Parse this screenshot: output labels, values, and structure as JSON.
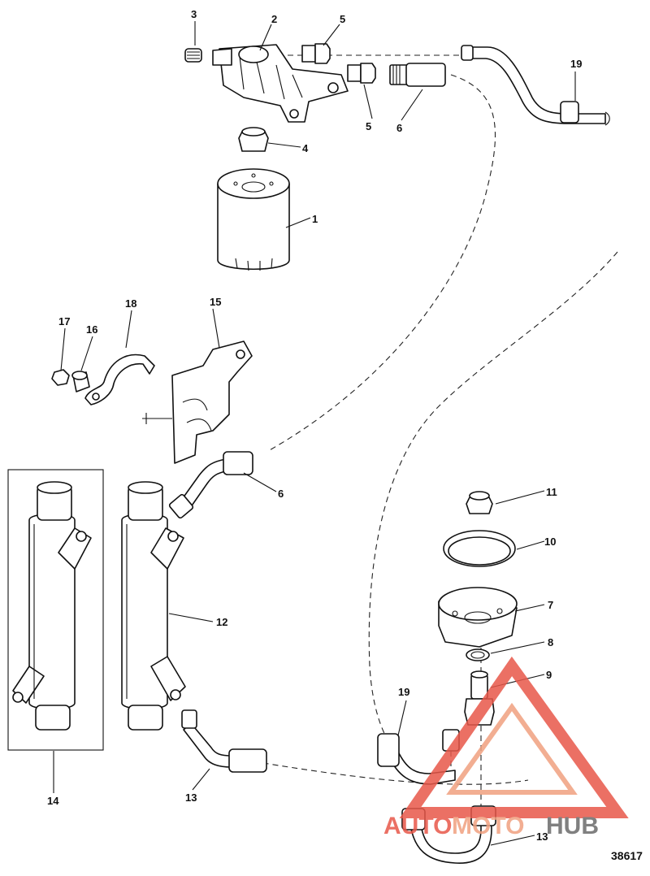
{
  "diagram": {
    "figure_number": "38617",
    "callouts": {
      "c1": "1",
      "c2": "2",
      "c3": "3",
      "c4": "4",
      "c5a": "5",
      "c5b": "5",
      "c6a": "6",
      "c6b": "6",
      "c7": "7",
      "c8": "8",
      "c9": "9",
      "c10": "10",
      "c11": "11",
      "c12": "12",
      "c13a": "13",
      "c13b": "13",
      "c14": "14",
      "c15": "15",
      "c16": "16",
      "c17": "17",
      "c18": "18",
      "c19a": "19",
      "c19b": "19"
    }
  },
  "watermark": {
    "word_part1": "AUTO",
    "word_part2": "MOTO",
    "word_part3": "HUB",
    "color_primary": "#e8584a",
    "color_secondary": "#f0a080",
    "color_dark": "#6a6a6a"
  }
}
